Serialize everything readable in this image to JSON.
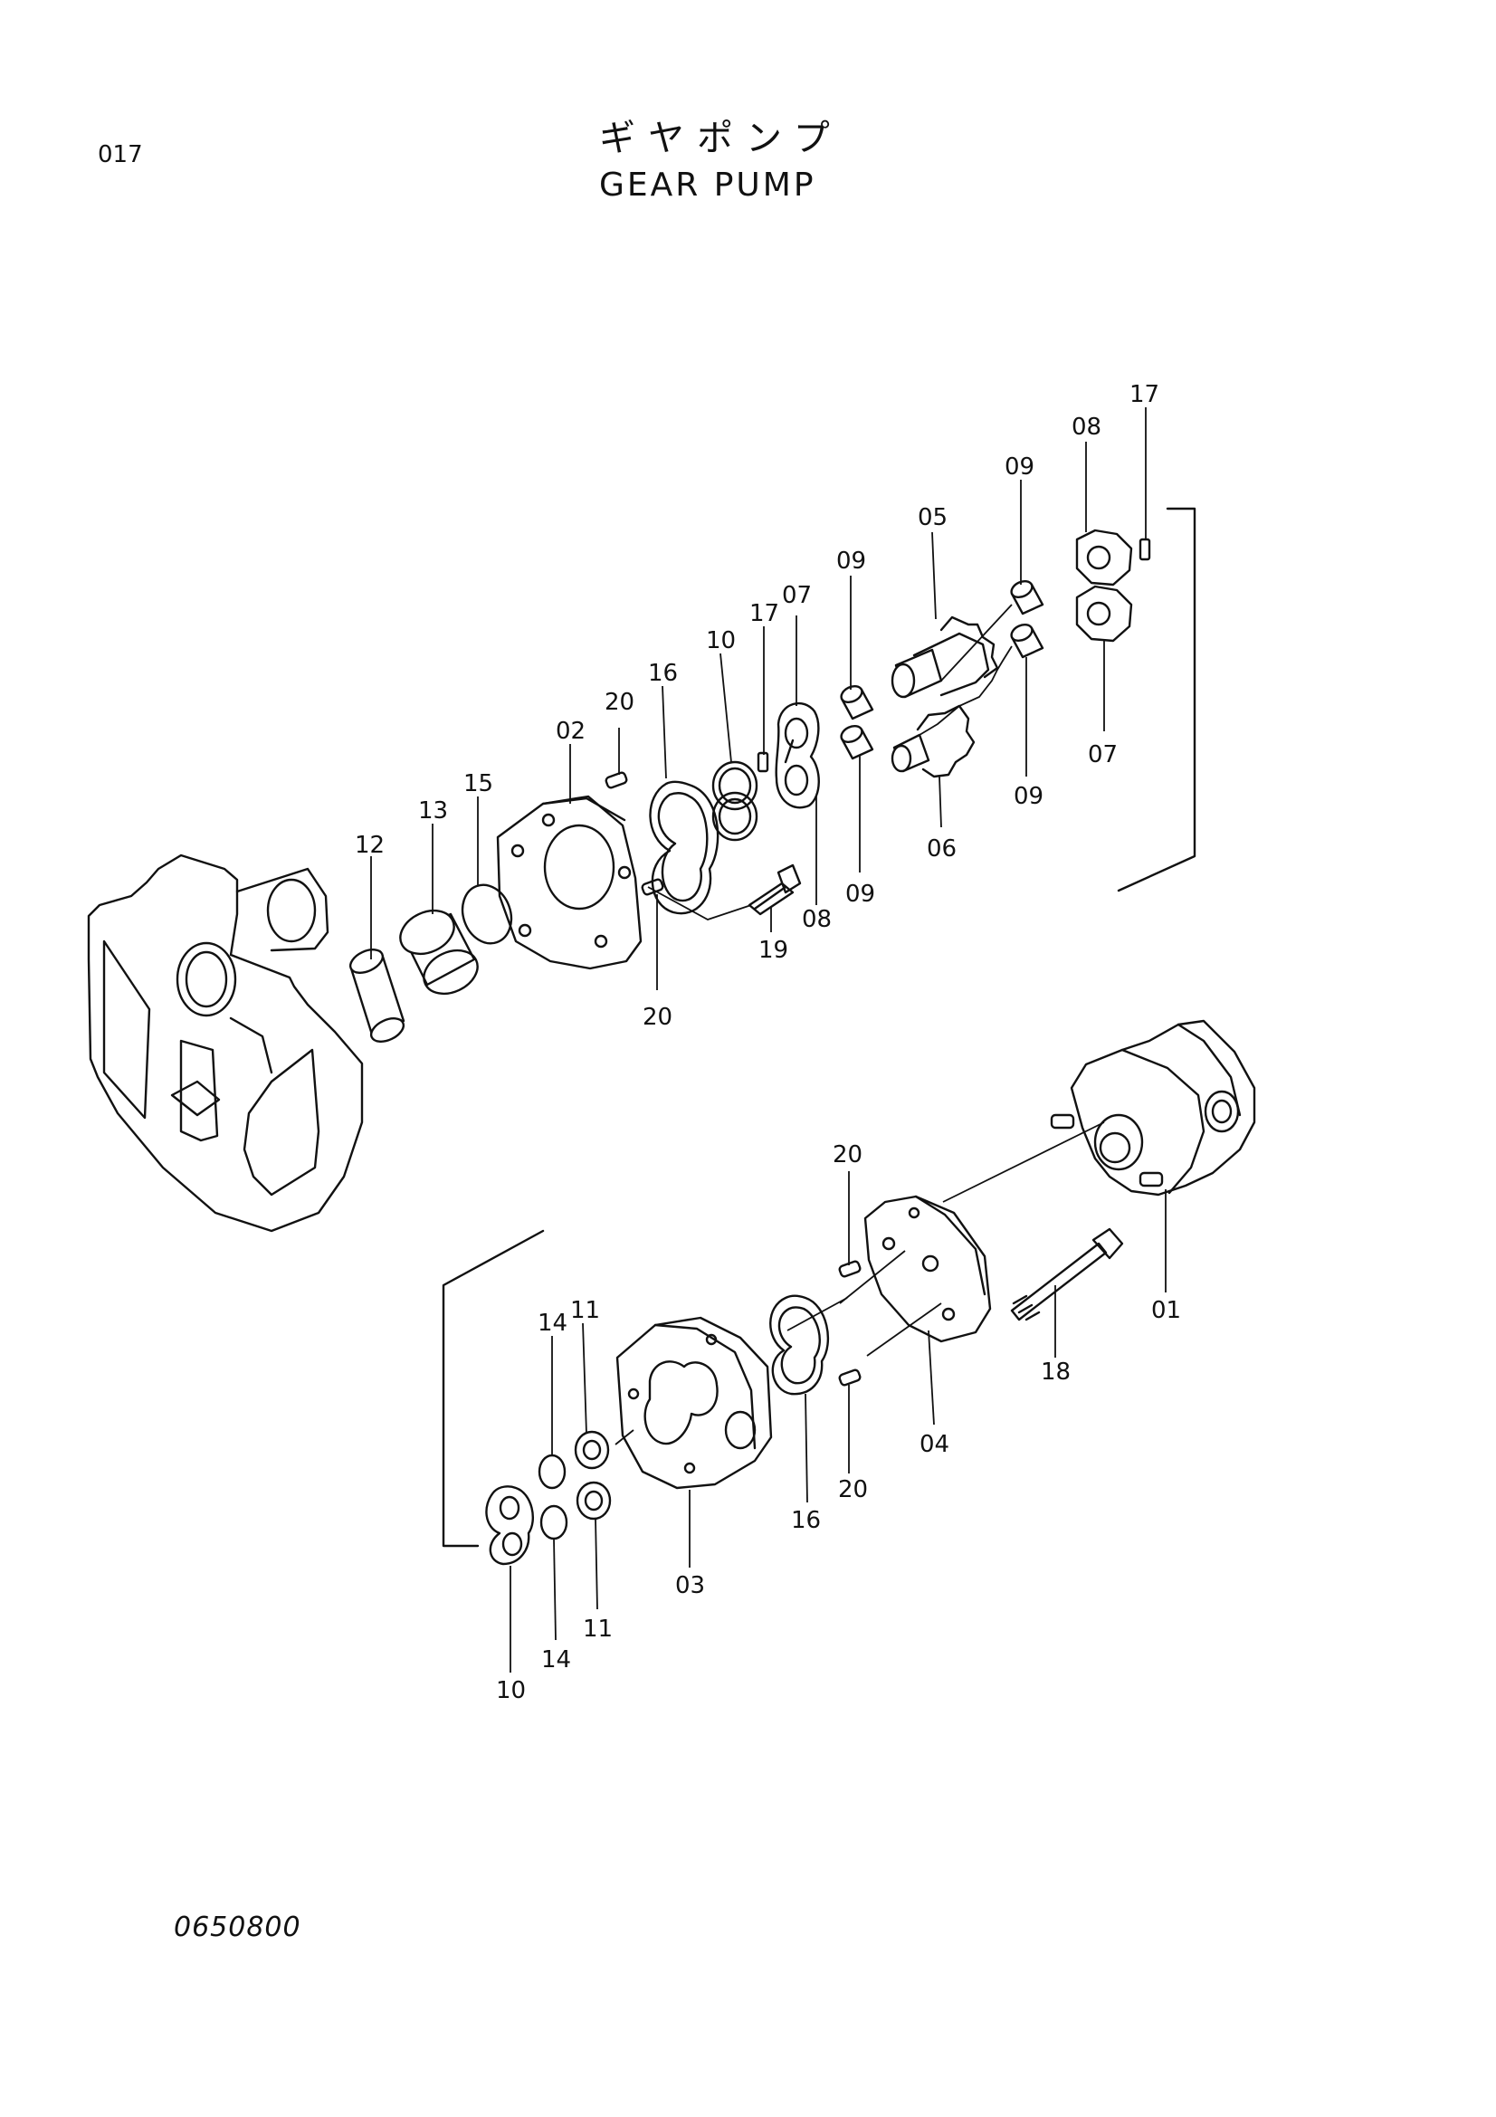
{
  "header": {
    "page_number": "017",
    "title_jp": "ギヤポンプ",
    "title_en": "GEAR PUMP"
  },
  "footer": {
    "doc_code": "0650800"
  },
  "callouts": {
    "c01": "01",
    "c02": "02",
    "c03": "03",
    "c04": "04",
    "c05": "05",
    "c06": "06",
    "c07a": "07",
    "c07b": "07",
    "c08a": "08",
    "c08b": "08",
    "c09a": "09",
    "c09b": "09",
    "c09c": "09",
    "c09d": "09",
    "c10a": "10",
    "c10b": "10",
    "c11a": "11",
    "c11b": "11",
    "c12": "12",
    "c13": "13",
    "c14a": "14",
    "c14b": "14",
    "c15": "15",
    "c16a": "16",
    "c16b": "16",
    "c17a": "17",
    "c17b": "17",
    "c18": "18",
    "c19": "19",
    "c20a": "20",
    "c20b": "20",
    "c20c": "20",
    "c20d": "20"
  }
}
